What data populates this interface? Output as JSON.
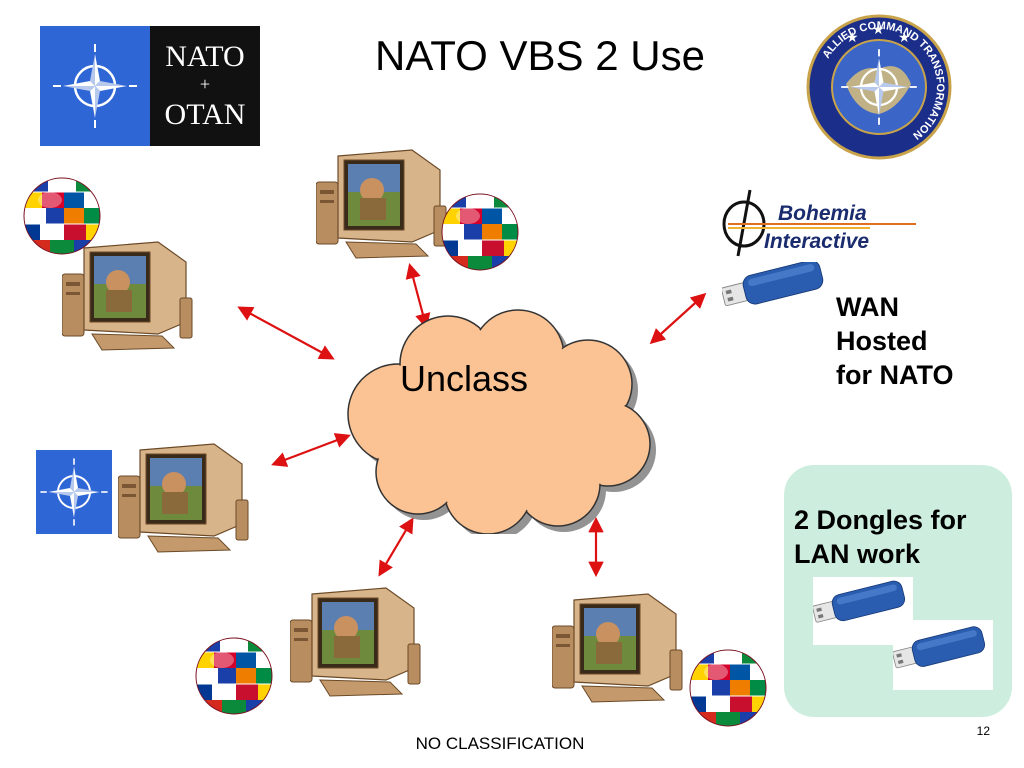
{
  "slide": {
    "title": "NATO VBS 2 Use",
    "footer": "NO CLASSIFICATION",
    "page_number": "12"
  },
  "logos": {
    "nato_text_top": "NATO",
    "nato_text_plus": "+",
    "nato_text_bottom": "OTAN",
    "act_seal_text": "ALLIED COMMAND TRANSFORMATION",
    "bohemia_line1": "Bohemia",
    "bohemia_line2": "Interactive"
  },
  "cloud": {
    "label": "Unclass",
    "fill": "#fbc393"
  },
  "wan": {
    "lines": [
      "WAN",
      "Hosted",
      "for NATO"
    ]
  },
  "lan": {
    "lines": [
      "2 Dongles for",
      "LAN work"
    ],
    "box_color": "#cdeede"
  },
  "colors": {
    "arrow": "#dd1111",
    "nato_blue": "#2f66d6",
    "dongle_blue": "#2a5db0",
    "computer_tan": "#c9a57a"
  }
}
